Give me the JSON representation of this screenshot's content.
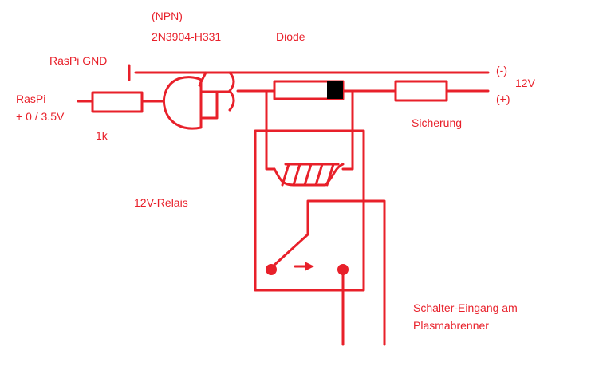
{
  "colors": {
    "wire": "#e8202a",
    "body": "#000000",
    "text": "#e8202a",
    "background": "#ffffff"
  },
  "labels": {
    "transistor_type": "(NPN)",
    "transistor_part": "2N3904-H331",
    "diode": "Diode",
    "raspi_gnd": "RasPi GND",
    "raspi": "RasPi",
    "raspi_voltage": "+ 0 / 3.5V",
    "resistor": "1k",
    "minus": "(-)",
    "plus": "(+)",
    "supply_voltage": "12V",
    "fuse": "Sicherung",
    "relay": "12V-Relais",
    "switch_input_line1": "Schalter-Eingang am",
    "switch_input_line2": "Plasmabrenner"
  }
}
